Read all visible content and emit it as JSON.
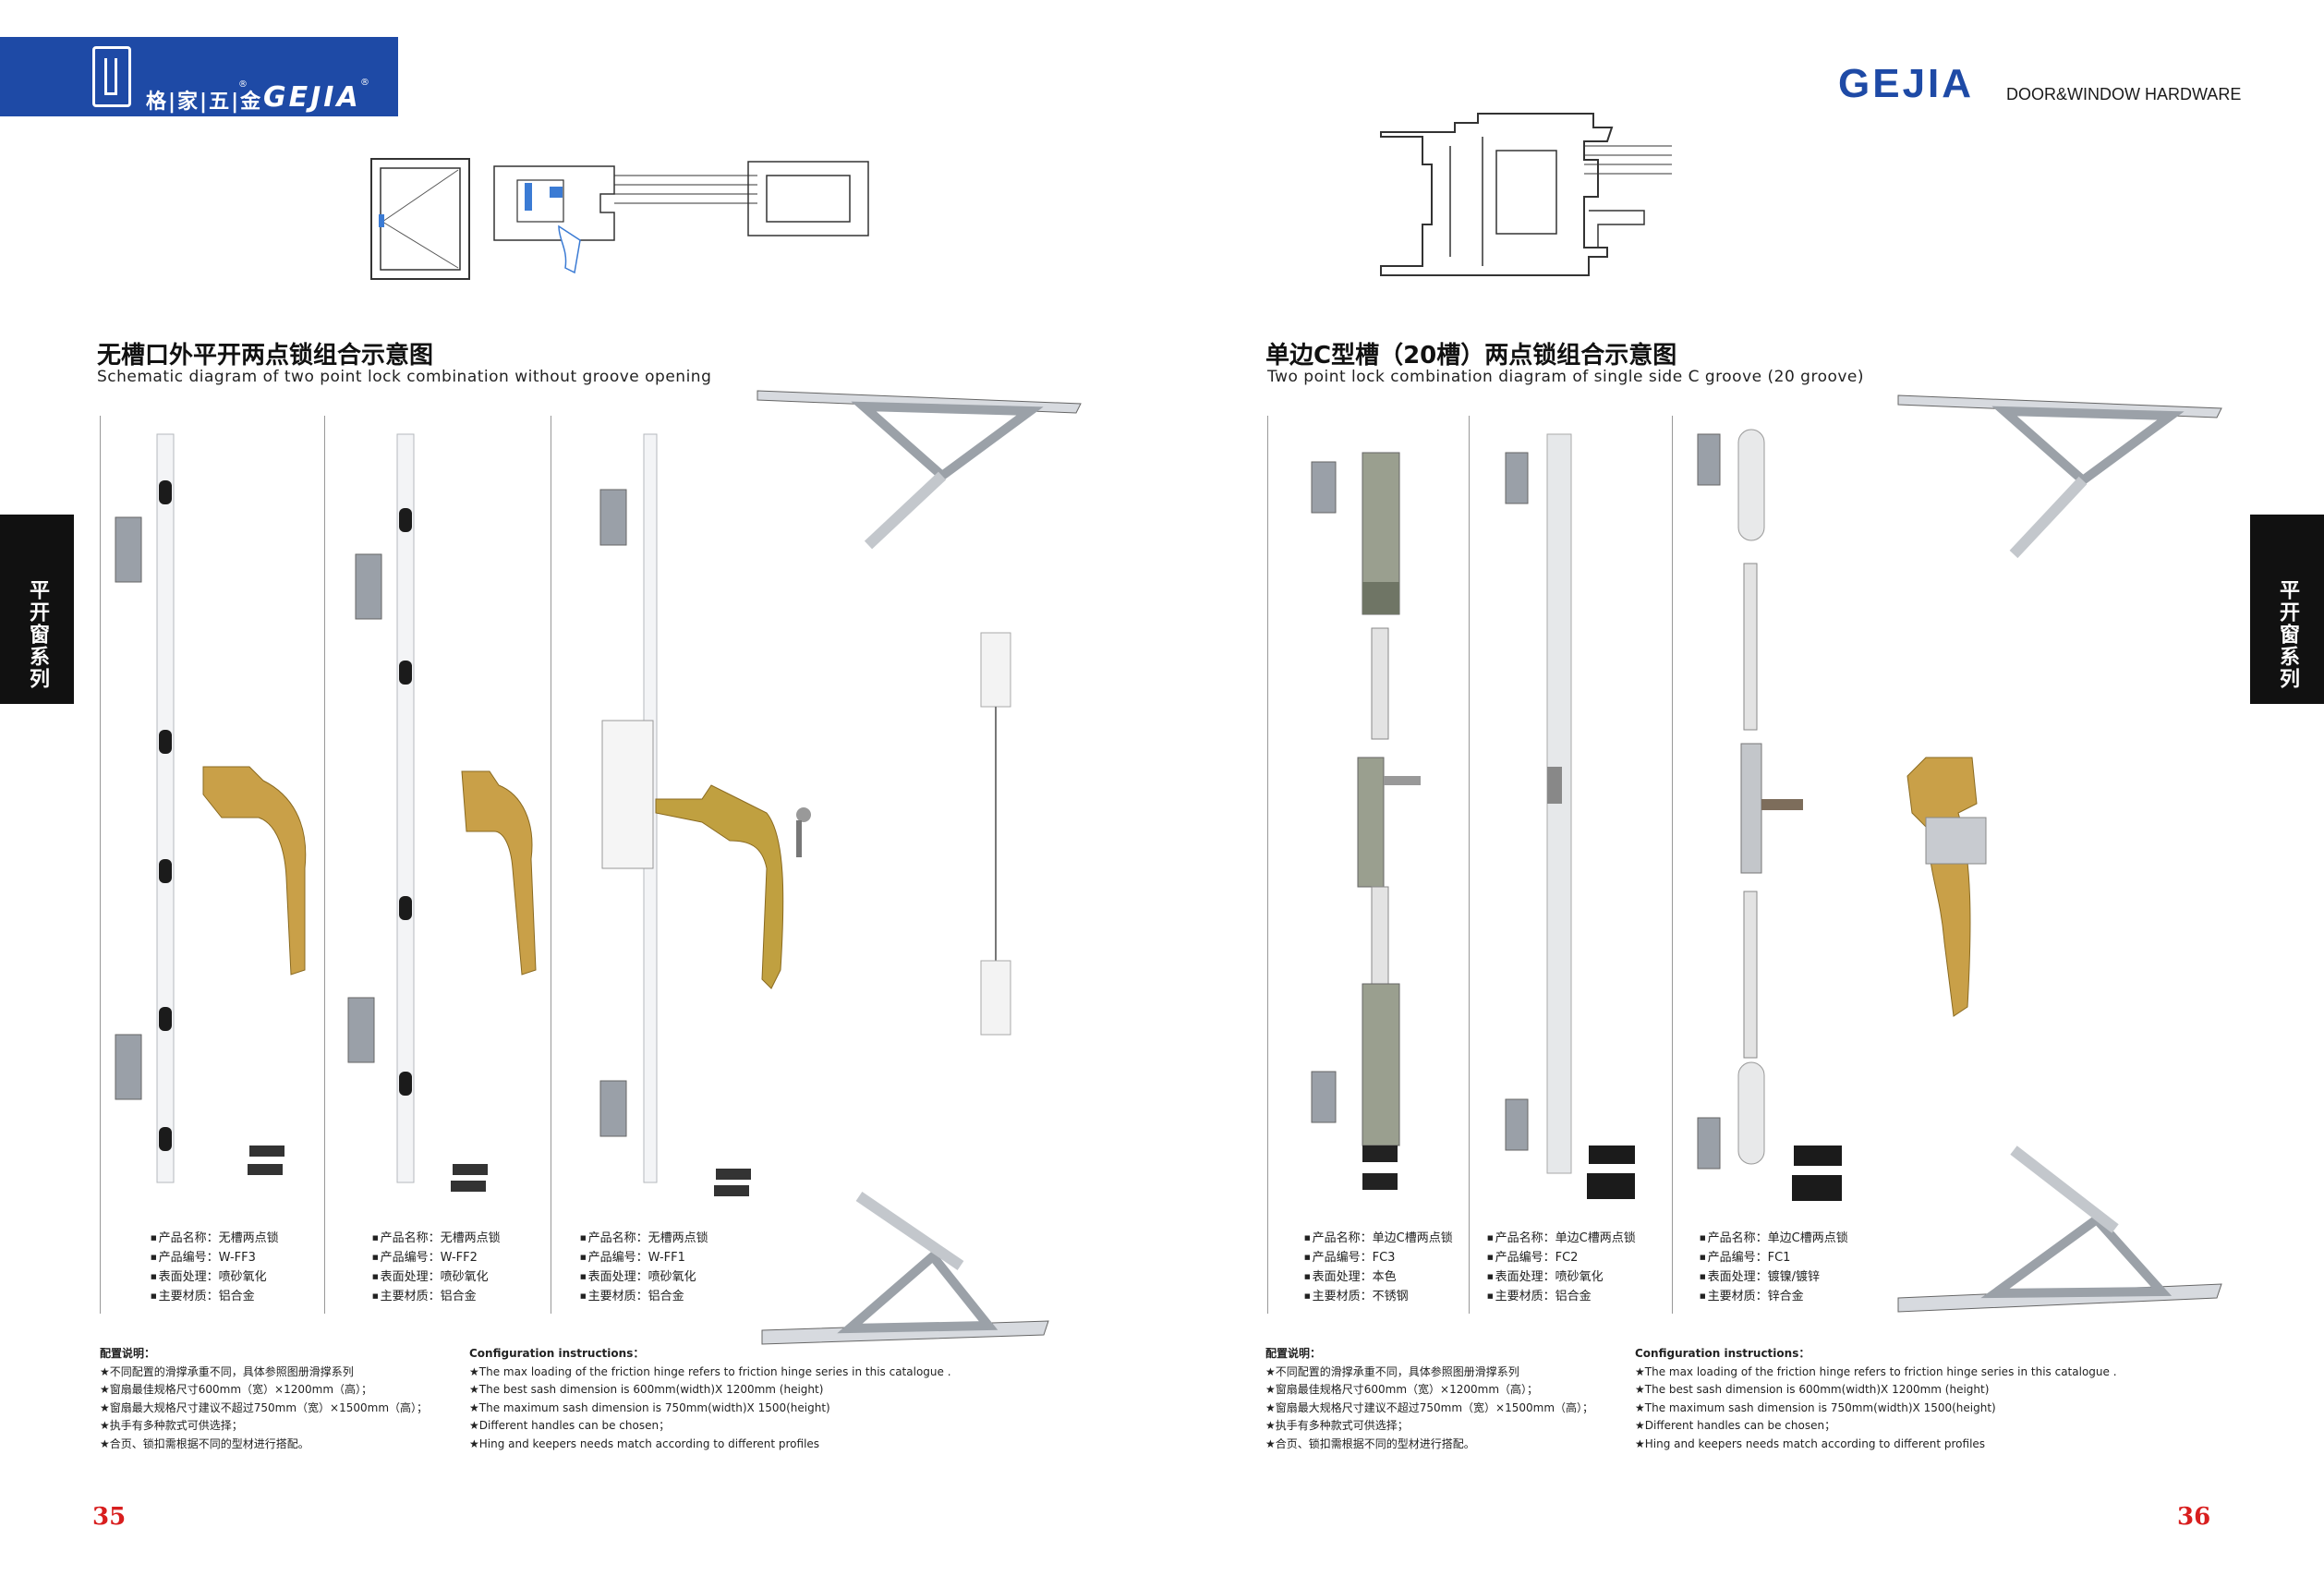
{
  "header": {
    "brand_cn": "格|家|五|金",
    "brand_en": "GEJIA",
    "reg_mark": "®",
    "right_logo": "GEJIA",
    "right_subtitle": "DOOR&WINDOW HARDWARE"
  },
  "side_tab": {
    "left": "平开窗系列",
    "right": "平开窗系列"
  },
  "left_page": {
    "title_cn": "无槽口外平开两点锁组合示意图",
    "title_en": "Schematic diagram of two point lock combination without groove opening",
    "products": [
      {
        "name": "产品名称：无槽两点锁",
        "code": "产品编号：W-FF3",
        "finish": "表面处理：喷砂氧化",
        "material": "主要材质：铝合金"
      },
      {
        "name": "产品名称：无槽两点锁",
        "code": "产品编号：W-FF2",
        "finish": "表面处理：喷砂氧化",
        "material": "主要材质：铝合金"
      },
      {
        "name": "产品名称：无槽两点锁",
        "code": "产品编号：W-FF1",
        "finish": "表面处理：喷砂氧化",
        "material": "主要材质：铝合金"
      }
    ],
    "notes_cn": {
      "heading": "配置说明：",
      "items": [
        "★不同配置的滑撑承重不同，具体参照图册滑撑系列",
        "★窗扇最佳规格尺寸600mm（宽）×1200mm（高）；",
        "★窗扇最大规格尺寸建议不超过750mm（宽）×1500mm（高）；",
        "★执手有多种款式可供选择；",
        "★合页、锁扣需根据不同的型材进行搭配。"
      ]
    },
    "notes_en": {
      "heading": "Configuration instructions：",
      "items": [
        "★The max loading of the friction hinge refers to friction hinge series in this catalogue .",
        "★The best sash dimension is 600mm(width)X 1200mm (height)",
        "★The maximum sash dimension is 750mm(width)X 1500(height)",
        "★Different  handles can be chosen；",
        "★Hing and keepers needs match according to different profiles"
      ]
    },
    "page_number": "35"
  },
  "right_page": {
    "title_cn": "单边C型槽（20槽）两点锁组合示意图",
    "title_en": "Two point lock combination diagram of single side C groove (20 groove)",
    "products": [
      {
        "name": "产品名称：单边C槽两点锁",
        "code": "产品编号：FC3",
        "finish": "表面处理：本色",
        "material": "主要材质：不锈钢"
      },
      {
        "name": "产品名称：单边C槽两点锁",
        "code": "产品编号：FC2",
        "finish": "表面处理：喷砂氧化",
        "material": "主要材质：铝合金"
      },
      {
        "name": "产品名称：单边C槽两点锁",
        "code": "产品编号：FC1",
        "finish": "表面处理：镀镍/镀锌",
        "material": "主要材质：锌合金"
      }
    ],
    "notes_cn": {
      "heading": "配置说明：",
      "items": [
        "★不同配置的滑撑承重不同，具体参照图册滑撑系列",
        "★窗扇最佳规格尺寸600mm（宽）×1200mm（高）；",
        "★窗扇最大规格尺寸建议不超过750mm（宽）×1500mm（高）；",
        "★执手有多种款式可供选择；",
        "★合页、锁扣需根据不同的型材进行搭配。"
      ]
    },
    "notes_en": {
      "heading": "Configuration instructions：",
      "items": [
        "★The max loading of the friction hinge refers to friction hinge series in this catalogue .",
        "★The best sash dimension is 600mm(width)X 1200mm (height)",
        "★The maximum sash dimension is 750mm(width)X 1500(height)",
        "★Different  handles can be chosen；",
        "★Hing and keepers needs match according to different profiles"
      ]
    },
    "page_number": "36"
  },
  "colors": {
    "brand_blue": "#1e4aa6",
    "gold": "#c9a048",
    "page_number_red": "#d81e1e",
    "tab_black": "#111111"
  }
}
